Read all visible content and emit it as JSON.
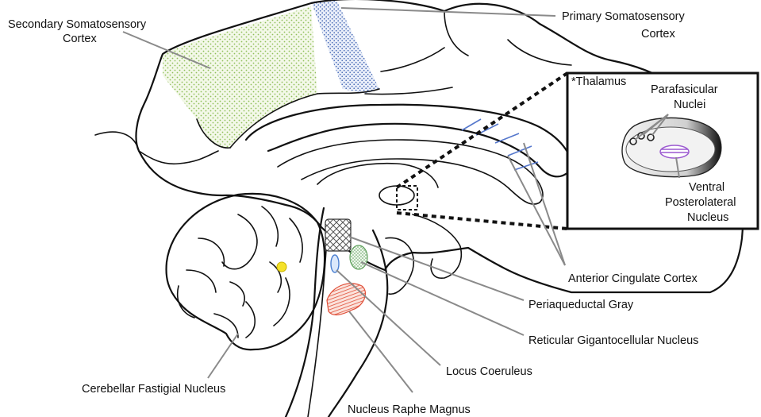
{
  "labels": {
    "secondary_somatosensory_line1": "Secondary Somatosensory",
    "secondary_somatosensory_line2": "Cortex",
    "primary_somatosensory_line1": "Primary Somatosensory",
    "primary_somatosensory_line2": "Cortex",
    "thalamus": "*Thalamus",
    "parafascicular_line1": "Parafasicular",
    "parafascicular_line2": "Nuclei",
    "vpl_line1": "Ventral",
    "vpl_line2": "Posterolateral",
    "vpl_line3": "Nucleus",
    "anterior_cingulate": "Anterior Cingulate Cortex",
    "periaqueductal_gray": "Periaqueductal Gray",
    "reticular_gigantocellular": "Reticular Gigantocellular Nucleus",
    "locus_coeruleus": "Locus Coeruleus",
    "cerebellar_fastigial": "Cerebellar Fastigial Nucleus",
    "nucleus_raphe_magnus": "Nucleus Raphe Magnus"
  },
  "colors": {
    "secondary_cortex_dots": "#8fbf5a",
    "secondary_cortex_fill": "#f3f8e8",
    "primary_cortex_dots": "#3a5fb0",
    "primary_cortex_fill": "#e9eef9",
    "cingulate_lines": "#5577cc",
    "fastigial": "#f5e22a",
    "raphe_magnus": "#e0503a",
    "reticular": "#7cb87a",
    "locus_coeruleus": "#4a7fd0",
    "vpl": "#9b59d0",
    "leader_lines": "#8a8a8a"
  }
}
